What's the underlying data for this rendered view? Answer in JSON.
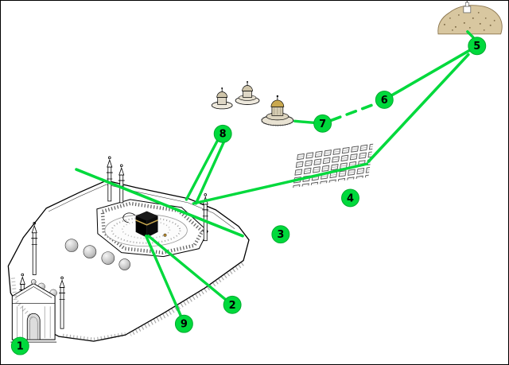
{
  "colors": {
    "accent_green": "#00D93C",
    "marker_border": "#00AC2F",
    "label_text": "#000000",
    "hill_tan": "#D8C7A0",
    "dome_gold": "#C9A84F"
  },
  "markers": [
    {
      "label": "1"
    },
    {
      "label": "2"
    },
    {
      "label": "3"
    },
    {
      "label": "4"
    },
    {
      "label": "5"
    },
    {
      "label": "6"
    },
    {
      "label": "7"
    },
    {
      "label": "8"
    },
    {
      "label": "9"
    }
  ],
  "connections": [
    {
      "from": "courtyard-northwest",
      "to": "marker-3-area",
      "style": "solid"
    },
    {
      "from": "marker-8",
      "to": "courtyard-arcade",
      "style": "solid"
    },
    {
      "from": "marker-8",
      "to": "courtyard-arcade",
      "style": "solid"
    },
    {
      "from": "courtyard-arcade",
      "to": "tent-camp",
      "style": "solid"
    },
    {
      "from": "kaaba",
      "to": "marker-9",
      "style": "solid"
    },
    {
      "from": "kaaba",
      "to": "marker-2",
      "style": "solid"
    },
    {
      "from": "marker-7",
      "to": "domed-pavilions",
      "style": "solid"
    },
    {
      "from": "marker-7",
      "to": "marker-6",
      "style": "dashed"
    },
    {
      "from": "marker-6",
      "to": "marker-5",
      "style": "solid"
    },
    {
      "from": "marker-5",
      "to": "tent-camp",
      "style": "solid"
    },
    {
      "from": "marker-5",
      "to": "hill-monument",
      "style": "solid"
    }
  ]
}
